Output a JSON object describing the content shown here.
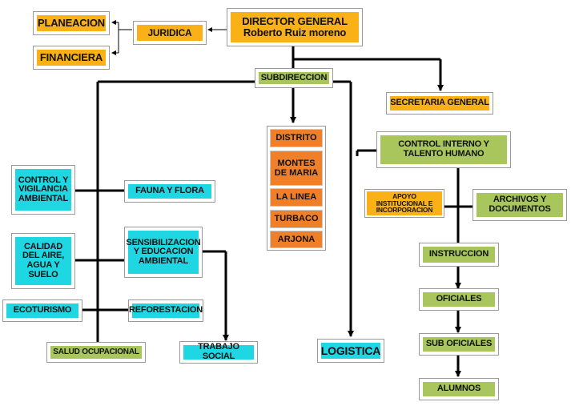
{
  "chart": {
    "director": {
      "title": "DIRECTOR GENERAL",
      "name": "Roberto Ruiz moreno"
    },
    "juridica": "JURIDICA",
    "planeacion": "PLANEACION",
    "financiera": "FINANCIERA",
    "subdireccion": "SUBDIRECCION",
    "secretaria": "SECRETARIA GENERAL",
    "distrito": "DISTRITO",
    "montes": "MONTES DE MARIA",
    "lalinea": "LA LINEA",
    "turbaco": "TURBACO",
    "arjona": "ARJONA",
    "control_interno": "CONTROL INTERNO Y TALENTO HUMANO",
    "apoyo": "APOYO INSTITUCIONAL E INCORPORACION",
    "archivos": "ARCHIVOS Y DOCUMENTOS",
    "instruccion": "INSTRUCCION",
    "oficiales": "OFICIALES",
    "suboficiales": "SUB OFICIALES",
    "alumnos": "ALUMNOS",
    "control_vigilancia": "CONTROL Y VIGILANCIA AMBIENTAL",
    "fauna": "FAUNA Y FLORA",
    "calidad": "CALIDAD DEL AIRE, AGUA Y SUELO",
    "sensibilizacion": "SENSIBILIZACION Y EDUCACION AMBIENTAL",
    "ecoturismo": "ECOTURISMO",
    "reforestacion": "REFORESTACION",
    "salud": "SALUD OCUPACIONAL",
    "trabajo_social": "TRABAJO SOCIAL",
    "logistica": "LOGISTICA"
  },
  "colors": {
    "yellow": "#f9b117",
    "green": "#a8c65c",
    "orange": "#f07f2a",
    "cyan": "#1fd7e3",
    "line": "#000000"
  }
}
